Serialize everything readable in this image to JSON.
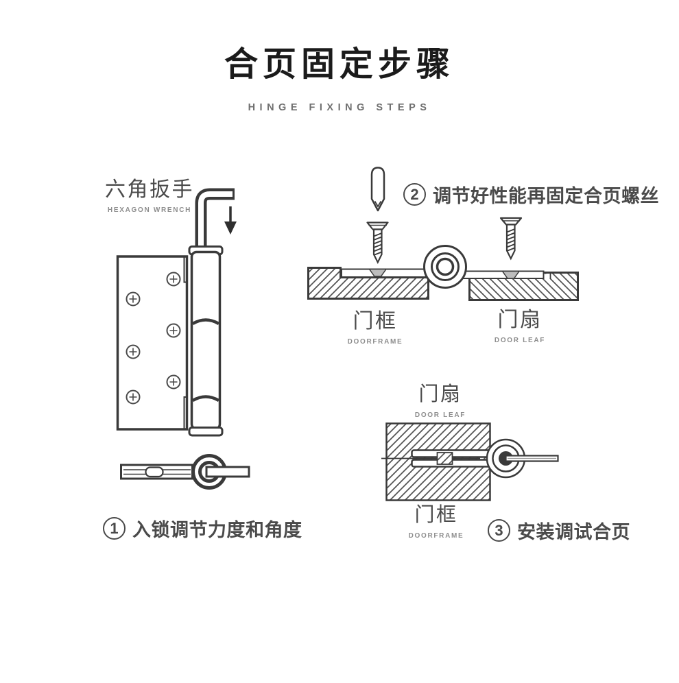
{
  "header": {
    "title": "合页固定步骤",
    "subtitle": "HINGE FIXING STEPS"
  },
  "wrench_label": {
    "zh": "六角扳手",
    "en": "HEXAGON WRENCH"
  },
  "steps": [
    {
      "num": "1",
      "text": "入锁调节力度和角度"
    },
    {
      "num": "2",
      "text": "调节好性能再固定合页螺丝"
    },
    {
      "num": "3",
      "text": "安装调试合页"
    }
  ],
  "part_labels": {
    "frame_top": {
      "zh": "门框",
      "en": "DOORFRAME"
    },
    "leaf_top": {
      "zh": "门扇",
      "en": "DOOR LEAF"
    },
    "leaf_mid": {
      "zh": "门扇",
      "en": "DOOR LEAF"
    },
    "frame_bottom": {
      "zh": "门框",
      "en": "DOORFRAME"
    }
  },
  "illustrations": {
    "hinge_front": "hinge-front-view-with-hex-wrench-and-down-arrow",
    "hinge_top": "hinge-top-view-with-wrench-inserted",
    "section_open": "open-hinge-cross-section-with-screws-and-screwdriver-bit",
    "section_closed": "closed-hinge-cross-section-with-adjusting-rod"
  },
  "colors": {
    "ink": "#3a3a3a",
    "label": "#4a4a4a",
    "sublabel": "#8d8d8d",
    "title": "#1b1b1b",
    "subtitle": "#6f6f6f",
    "screw_head_fill": "#bdbdbd"
  }
}
